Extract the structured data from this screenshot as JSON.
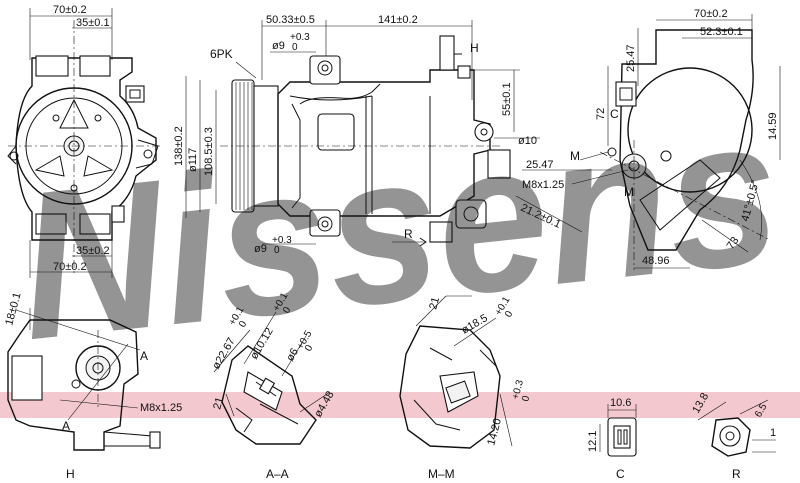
{
  "watermark": {
    "text": "Nissens",
    "color": "#b9cde3"
  },
  "band_color": "#f3c9cf",
  "views": {
    "front": {
      "dims": [
        "70±0.2",
        "35±0.1",
        "35±0.2",
        "70±0.2"
      ]
    },
    "side": {
      "dims": {
        "d1": "50.33±0.5",
        "d2": "141±0.2",
        "d3": "ø9",
        "d3_tol": "+0.3",
        "d3b_tol": "0",
        "belt": "6PK",
        "h_mark": "H",
        "d4": "ø117",
        "d5": "138±0.2",
        "d6": "108.5±0.3",
        "d7": "55±0.1",
        "d8": "ø10",
        "d9": "ø9",
        "d9_tol": "+0.3",
        "d9b_tol": "0",
        "r_mark": "R"
      }
    },
    "rear": {
      "dims": {
        "a": "70±0.2",
        "b": "52.3±0.1",
        "c": "25.47",
        "d": "72",
        "e": "14.59",
        "f": "25.47",
        "g": "M8x1.25",
        "h": "21.2±0.1",
        "i": "41°±0.5°",
        "j": "73",
        "k": "48.96",
        "c_mark": "C",
        "m_mark": "M",
        "m_mark2": "M"
      }
    },
    "detail_h": {
      "label": "H",
      "dims": [
        "18±0.1",
        "M8x1.25",
        "A",
        "A"
      ]
    },
    "detail_aa": {
      "label": "A–A",
      "dims": [
        "ø22.67",
        "+0.1",
        "0",
        "ø10.12",
        "+0.1",
        "0",
        "ø6",
        "+0.5",
        "0",
        "21",
        "ø4.48"
      ]
    },
    "detail_mm": {
      "label": "M–M",
      "dims": [
        "21",
        "ø18.5",
        "+0.1",
        "0",
        "14.20",
        "+0.3",
        "0"
      ]
    },
    "detail_c": {
      "label": "C",
      "dims": [
        "10.6",
        "12.1"
      ]
    },
    "detail_r": {
      "label": "R",
      "dims": [
        "13.8",
        "6.5",
        "1"
      ]
    }
  }
}
